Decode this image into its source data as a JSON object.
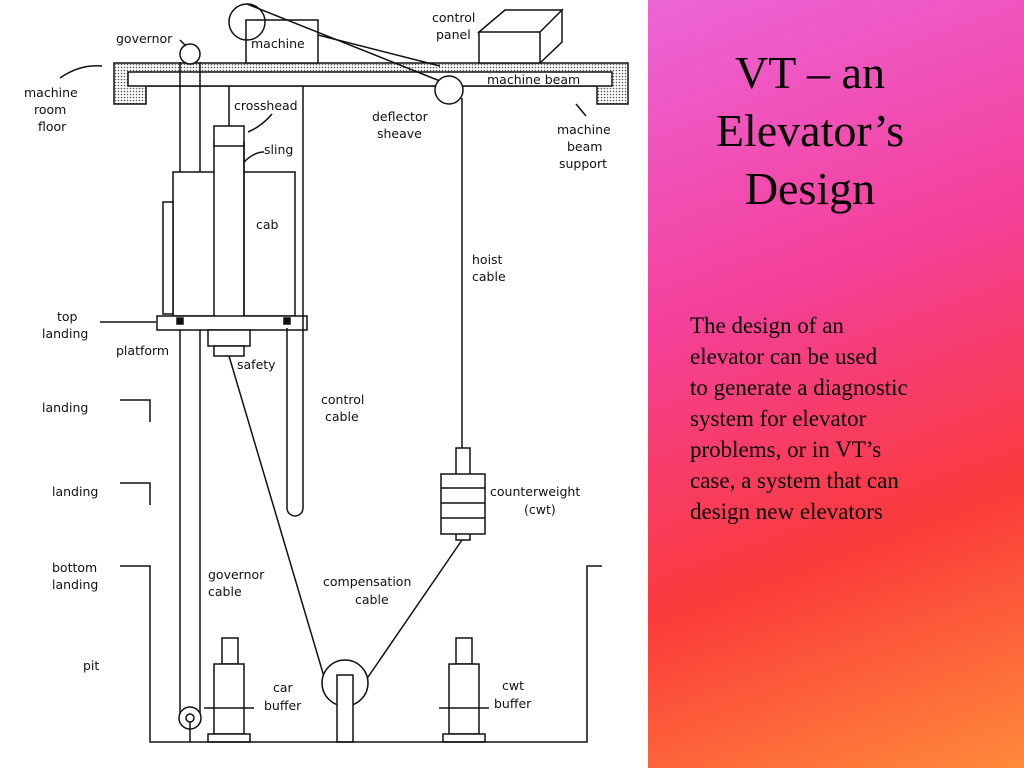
{
  "slide": {
    "title_lines": [
      "VT – an",
      "Elevator’s",
      "Design"
    ],
    "body_lines": [
      "The design of an",
      "elevator can be used",
      "to generate a diagnostic",
      "system for elevator",
      "problems, or in VT’s",
      "case, a system that can",
      "design new elevators"
    ]
  },
  "diagram": {
    "labels": {
      "governor": "governor",
      "machine": "machine",
      "control_panel_1": "control",
      "control_panel_2": "panel",
      "machine_room_floor_1": "machine",
      "machine_room_floor_2": "room",
      "machine_room_floor_3": "floor",
      "machine_beam": "machine beam",
      "crosshead": "crosshead",
      "deflector_sheave_1": "deflector",
      "deflector_sheave_2": "sheave",
      "machine_beam_support_1": "machine",
      "machine_beam_support_2": "beam",
      "machine_beam_support_3": "support",
      "sling": "sling",
      "cab": "cab",
      "hoist_cable_1": "hoist",
      "hoist_cable_2": "cable",
      "top_landing_1": "top",
      "top_landing_2": "landing",
      "platform": "platform",
      "safety": "safety",
      "landing_1": "landing",
      "control_cable_1": "control",
      "control_cable_2": "cable",
      "landing_2": "landing",
      "counterweight_1": "counterweight",
      "counterweight_2": "(cwt)",
      "bottom_landing_1": "bottom",
      "bottom_landing_2": "landing",
      "governor_cable_1": "governor",
      "governor_cable_2": "cable",
      "compensation_cable_1": "compensation",
      "compensation_cable_2": "cable",
      "pit": "pit",
      "car_buffer_1": "car",
      "car_buffer_2": "buffer",
      "cwt_buffer_1": "cwt",
      "cwt_buffer_2": "buffer"
    }
  },
  "colors": {
    "gradient": [
      "#d98af0",
      "#ee5fd0",
      "#f4409a",
      "#fb3a3a",
      "#ff8a3a"
    ]
  }
}
